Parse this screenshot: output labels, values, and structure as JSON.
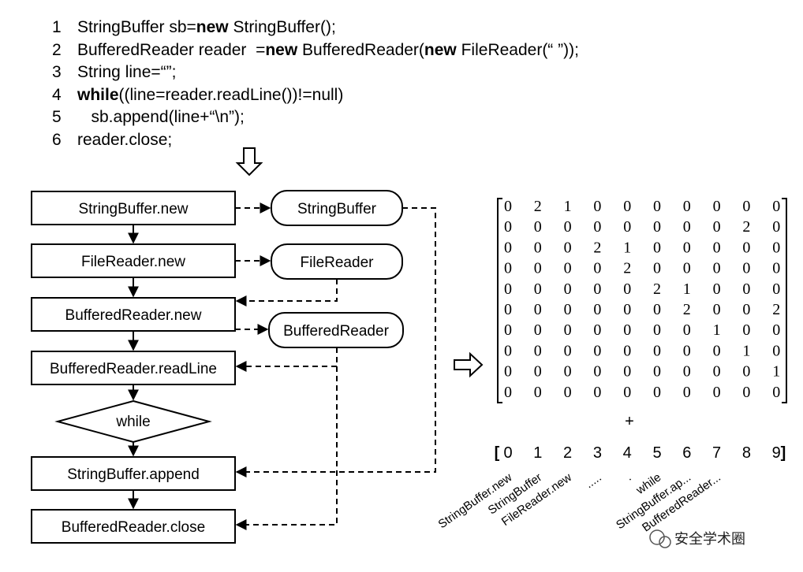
{
  "code": {
    "lines": [
      {
        "num": "1",
        "parts": [
          {
            "t": "StringBuffer sb=",
            "b": false
          },
          {
            "t": "new",
            "b": true
          },
          {
            "t": " StringBuffer();",
            "b": false
          }
        ]
      },
      {
        "num": "2",
        "parts": [
          {
            "t": "BufferedReader reader  =",
            "b": false
          },
          {
            "t": "new",
            "b": true
          },
          {
            "t": " BufferedReader(",
            "b": false
          },
          {
            "t": "new",
            "b": true
          },
          {
            "t": " FileReader(“ ”));",
            "b": false
          }
        ]
      },
      {
        "num": "3",
        "parts": [
          {
            "t": "String line=“”;",
            "b": false
          }
        ]
      },
      {
        "num": "4",
        "parts": [
          {
            "t": "while",
            "b": true
          },
          {
            "t": "((line=reader.readLine())!=null)",
            "b": false
          }
        ]
      },
      {
        "num": "5",
        "parts": [
          {
            "t": "   sb.append(line+“\\n”);",
            "b": false
          }
        ]
      },
      {
        "num": "6",
        "parts": [
          {
            "t": "reader.close;",
            "b": false
          }
        ]
      }
    ]
  },
  "flow": {
    "nodes": [
      {
        "id": "sb-new",
        "label": "StringBuffer.new"
      },
      {
        "id": "fr-new",
        "label": "FileReader.new"
      },
      {
        "id": "br-new",
        "label": "BufferedReader.new"
      },
      {
        "id": "br-readline",
        "label": "BufferedReader.readLine"
      },
      {
        "id": "while",
        "label": "while"
      },
      {
        "id": "sb-append",
        "label": "StringBuffer.append"
      },
      {
        "id": "br-close",
        "label": "BufferedReader.close"
      }
    ],
    "objects": [
      {
        "id": "obj-sb",
        "label": "StringBuffer"
      },
      {
        "id": "obj-fr",
        "label": "FileReader"
      },
      {
        "id": "obj-br",
        "label": "BufferedReader"
      }
    ]
  },
  "matrix": {
    "rows": [
      [
        0,
        2,
        1,
        0,
        0,
        0,
        0,
        0,
        0,
        0
      ],
      [
        0,
        0,
        0,
        0,
        0,
        0,
        0,
        0,
        2,
        0
      ],
      [
        0,
        0,
        0,
        2,
        1,
        0,
        0,
        0,
        0,
        0
      ],
      [
        0,
        0,
        0,
        0,
        2,
        0,
        0,
        0,
        0,
        0
      ],
      [
        0,
        0,
        0,
        0,
        0,
        2,
        1,
        0,
        0,
        0
      ],
      [
        0,
        0,
        0,
        0,
        0,
        0,
        2,
        0,
        0,
        2
      ],
      [
        0,
        0,
        0,
        0,
        0,
        0,
        0,
        1,
        0,
        0
      ],
      [
        0,
        0,
        0,
        0,
        0,
        0,
        0,
        0,
        1,
        0
      ],
      [
        0,
        0,
        0,
        0,
        0,
        0,
        0,
        0,
        0,
        1
      ],
      [
        0,
        0,
        0,
        0,
        0,
        0,
        0,
        0,
        0,
        0
      ]
    ],
    "plus": "+",
    "index_open": "[",
    "index_close": "]",
    "indices": [
      "0",
      "1",
      "2",
      "3",
      "4",
      "5",
      "6",
      "7",
      "8",
      "9"
    ],
    "column_labels": [
      {
        "col": 0,
        "text": "StringBuffer.new"
      },
      {
        "col": 1,
        "text": "StringBuffer"
      },
      {
        "col": 2,
        "text": "FileReader.new"
      },
      {
        "col": 3,
        "text": "....."
      },
      {
        "col": 4,
        "text": "."
      },
      {
        "col": 5,
        "text": "while"
      },
      {
        "col": 6,
        "text": "StringBuffer.ap..."
      },
      {
        "col": 7,
        "text": "BufferedReader..."
      }
    ]
  },
  "watermark": "安全学术圈"
}
